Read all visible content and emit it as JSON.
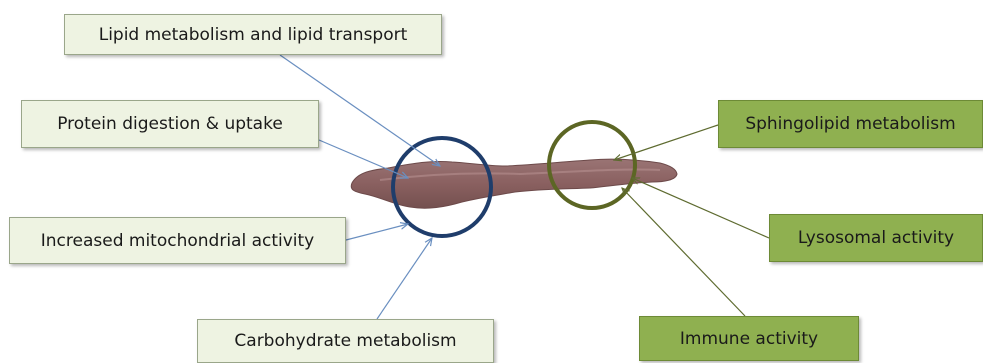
{
  "labels": {
    "lipid": "Lipid metabolism and lipid transport",
    "protein": "Protein digestion & uptake",
    "mitochondrial": "Increased mitochondrial activity",
    "carbohydrate": "Carbohydrate metabolism",
    "sphingolipid": "Sphingolipid metabolism",
    "lysosomal": "Lysosomal activity",
    "immune": "Immune activity"
  },
  "colors": {
    "light_box": "#eef3e2",
    "green_box": "#8fb050",
    "anterior_circle": "#1f3d6b",
    "posterior_circle": "#5c6624",
    "blue_connector": "#6a8fc0",
    "olive_connector": "#5e6b30",
    "intestine": "#8b6262"
  }
}
